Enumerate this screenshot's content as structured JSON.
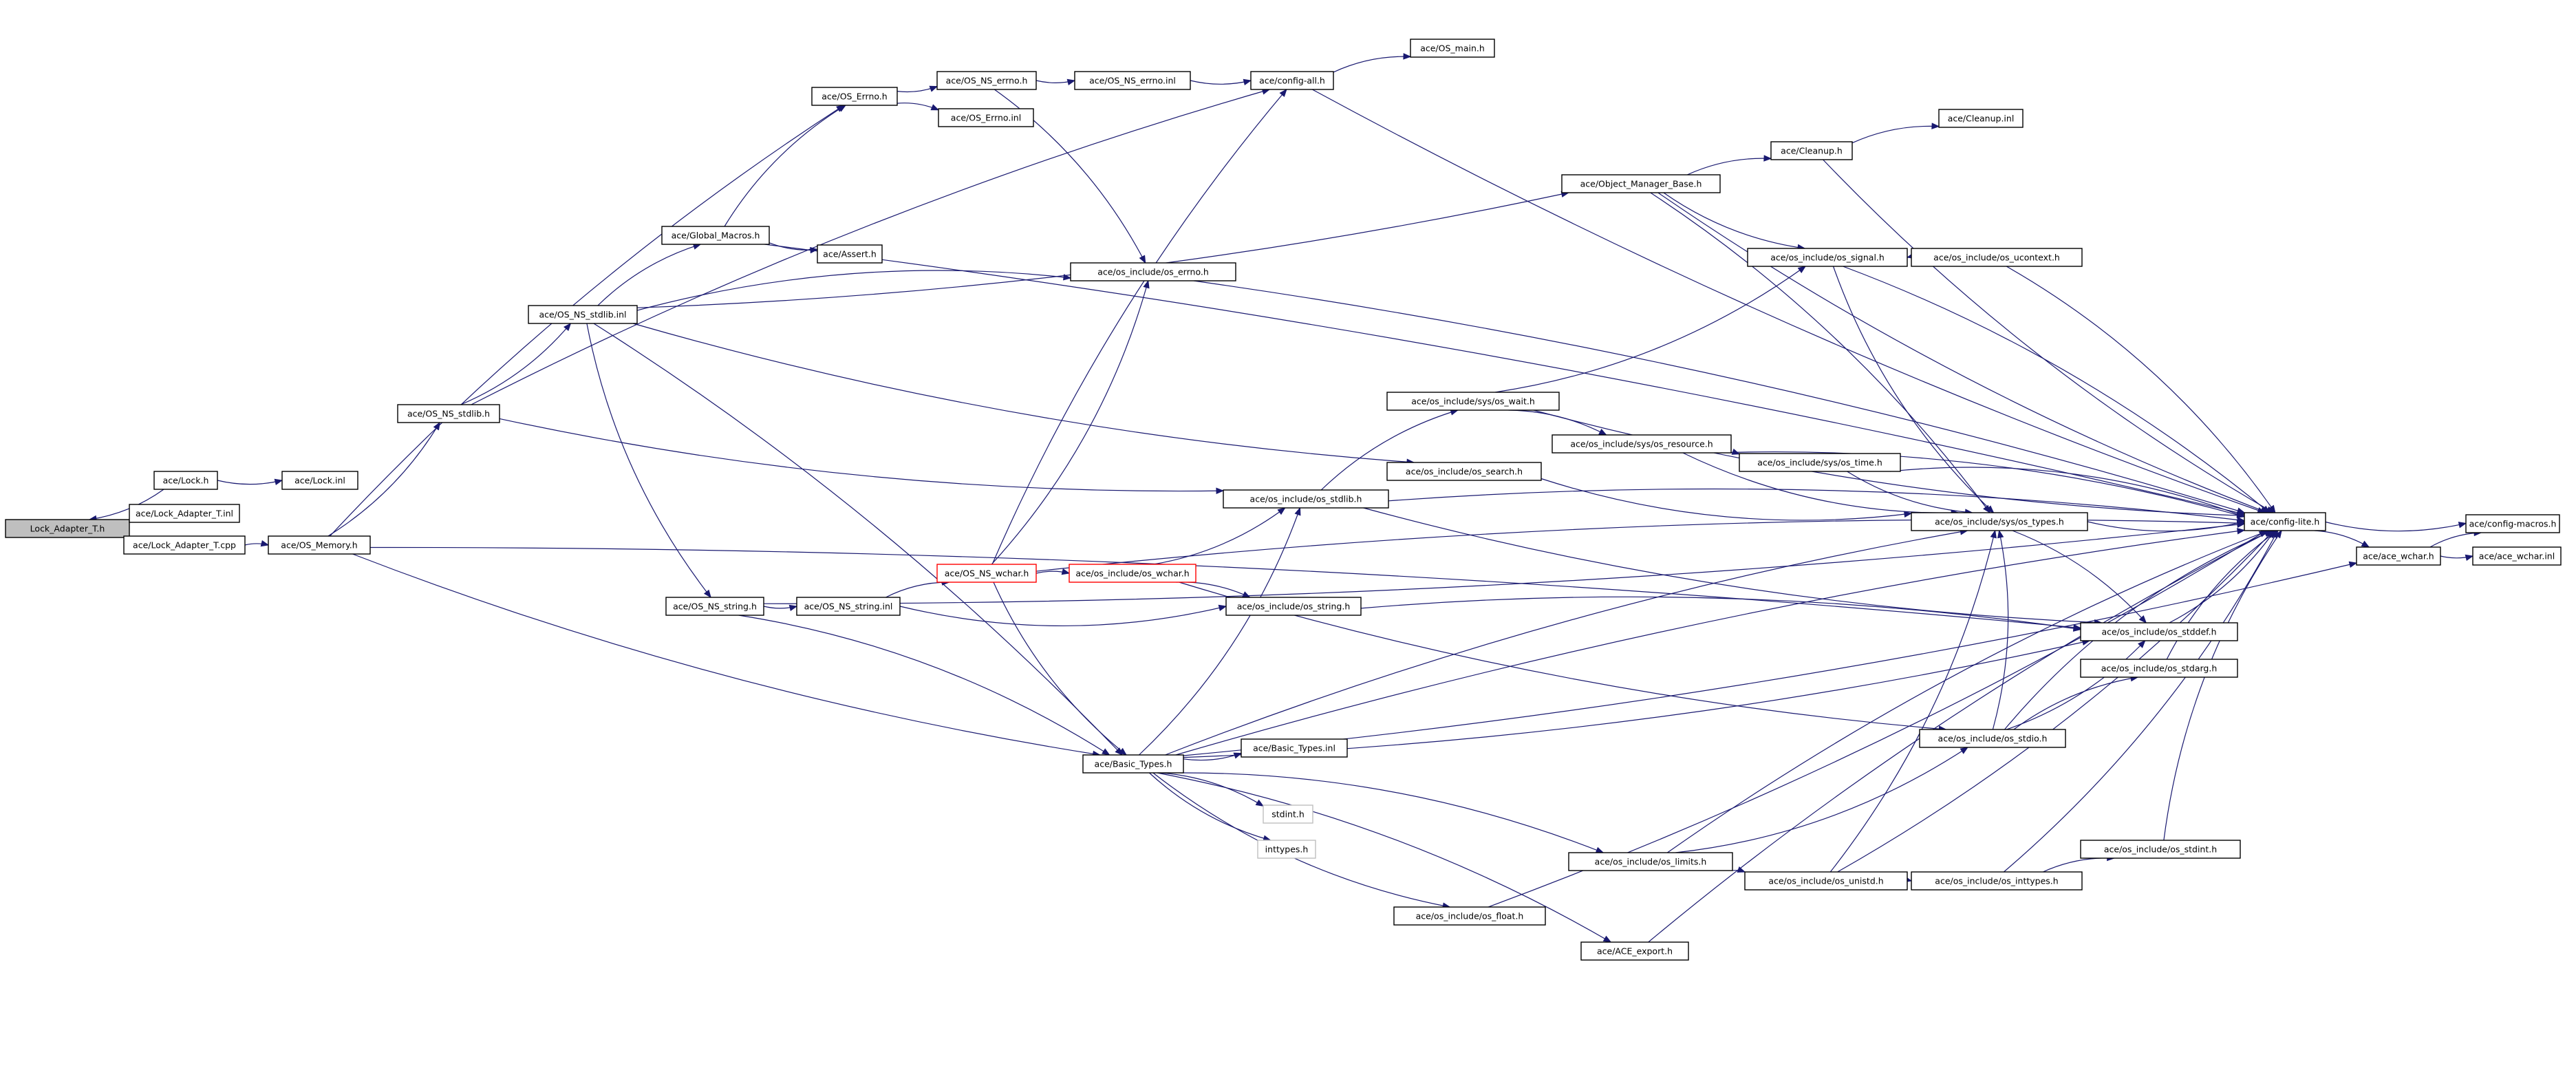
{
  "colors": {
    "edge": "#191970",
    "node_border": "#000000",
    "root_fill": "#bfbfbf",
    "truncated_border": "#ff0000",
    "external_border": "#bfbfbf"
  },
  "nodes": [
    {
      "id": "root",
      "label": "Lock_Adapter_T.h",
      "kind": "root"
    },
    {
      "id": "lockh",
      "label": "ace/Lock.h"
    },
    {
      "id": "lockinl",
      "label": "ace/Lock.inl"
    },
    {
      "id": "latinl",
      "label": "ace/Lock_Adapter_T.inl"
    },
    {
      "id": "latcpp",
      "label": "ace/Lock_Adapter_T.cpp"
    },
    {
      "id": "osmem",
      "label": "ace/OS_Memory.h"
    },
    {
      "id": "osnsstdlibh",
      "label": "ace/OS_NS_stdlib.h"
    },
    {
      "id": "osnsstdlibinl",
      "label": "ace/OS_NS_stdlib.inl"
    },
    {
      "id": "globalmacros",
      "label": "ace/Global_Macros.h"
    },
    {
      "id": "asserth",
      "label": "ace/Assert.h"
    },
    {
      "id": "oserrnoh",
      "label": "ace/OS_Errno.h"
    },
    {
      "id": "oserrnoinl",
      "label": "ace/OS_Errno.inl"
    },
    {
      "id": "osnserrnoh",
      "label": "ace/OS_NS_errno.h"
    },
    {
      "id": "osnserrnoinl",
      "label": "ace/OS_NS_errno.inl"
    },
    {
      "id": "configall",
      "label": "ace/config-all.h"
    },
    {
      "id": "osmain",
      "label": "ace/OS_main.h"
    },
    {
      "id": "objmgr",
      "label": "ace/Object_Manager_Base.h"
    },
    {
      "id": "cleanuph",
      "label": "ace/Cleanup.h"
    },
    {
      "id": "cleanupinl",
      "label": "ace/Cleanup.inl"
    },
    {
      "id": "oserrnoinc",
      "label": "ace/os_include/os_errno.h"
    },
    {
      "id": "ossignal",
      "label": "ace/os_include/os_signal.h"
    },
    {
      "id": "osucontext",
      "label": "ace/os_include/os_ucontext.h"
    },
    {
      "id": "oswait",
      "label": "ace/os_include/sys/os_wait.h"
    },
    {
      "id": "osresource",
      "label": "ace/os_include/sys/os_resource.h"
    },
    {
      "id": "ossystime",
      "label": "ace/os_include/sys/os_time.h"
    },
    {
      "id": "ossearch",
      "label": "ace/os_include/os_search.h"
    },
    {
      "id": "osstdlibinc",
      "label": "ace/os_include/os_stdlib.h"
    },
    {
      "id": "ostypes",
      "label": "ace/os_include/sys/os_types.h"
    },
    {
      "id": "configlite",
      "label": "ace/config-lite.h"
    },
    {
      "id": "configmacros",
      "label": "ace/config-macros.h"
    },
    {
      "id": "acewcharh",
      "label": "ace/ace_wchar.h"
    },
    {
      "id": "acewcharinl",
      "label": "ace/ace_wchar.inl"
    },
    {
      "id": "osnsstringh",
      "label": "ace/OS_NS_string.h"
    },
    {
      "id": "osnsstringinl",
      "label": "ace/OS_NS_string.inl"
    },
    {
      "id": "osnswchar",
      "label": "ace/OS_NS_wchar.h",
      "kind": "red"
    },
    {
      "id": "oswcharinc",
      "label": "ace/os_include/os_wchar.h",
      "kind": "red"
    },
    {
      "id": "osstringinc",
      "label": "ace/os_include/os_string.h"
    },
    {
      "id": "osstddef",
      "label": "ace/os_include/os_stddef.h"
    },
    {
      "id": "osstdarg",
      "label": "ace/os_include/os_stdarg.h"
    },
    {
      "id": "osstdio",
      "label": "ace/os_include/os_stdio.h"
    },
    {
      "id": "basictypesh",
      "label": "ace/Basic_Types.h"
    },
    {
      "id": "basictypesinl",
      "label": "ace/Basic_Types.inl"
    },
    {
      "id": "stdinth",
      "label": "stdint.h",
      "kind": "ext"
    },
    {
      "id": "inttypesh",
      "label": "inttypes.h",
      "kind": "ext"
    },
    {
      "id": "oslimits",
      "label": "ace/os_include/os_limits.h"
    },
    {
      "id": "osunistd",
      "label": "ace/os_include/os_unistd.h"
    },
    {
      "id": "osinttypes",
      "label": "ace/os_include/os_inttypes.h"
    },
    {
      "id": "osstdint",
      "label": "ace/os_include/os_stdint.h"
    },
    {
      "id": "osfloat",
      "label": "ace/os_include/os_float.h"
    },
    {
      "id": "aceexport",
      "label": "ace/ACE_export.h"
    }
  ],
  "edges": [
    [
      "lockh",
      "root"
    ],
    [
      "latinl",
      "root"
    ],
    [
      "latcpp",
      "root"
    ],
    [
      "lockh",
      "lockinl"
    ],
    [
      "latcpp",
      "osmem"
    ],
    [
      "osmem",
      "osnsstdlibh"
    ],
    [
      "osmem",
      "oserrnoh"
    ],
    [
      "osmem",
      "basictypesh"
    ],
    [
      "osmem",
      "osstddef"
    ],
    [
      "osnsstdlibh",
      "osnsstdlibinl"
    ],
    [
      "osnsstdlibh",
      "configall"
    ],
    [
      "osnsstdlibh",
      "osstdlibinc"
    ],
    [
      "osnsstdlibinl",
      "globalmacros"
    ],
    [
      "osnsstdlibinl",
      "objmgr"
    ],
    [
      "osnsstdlibinl",
      "oserrnoinc"
    ],
    [
      "osnsstdlibinl",
      "osnsstringh"
    ],
    [
      "osnsstdlibinl",
      "basictypesh"
    ],
    [
      "osnsstdlibinl",
      "ossearch"
    ],
    [
      "globalmacros",
      "oserrnoh"
    ],
    [
      "globalmacros",
      "asserth"
    ],
    [
      "globalmacros",
      "configlite"
    ],
    [
      "oserrnoh",
      "osnserrnoh"
    ],
    [
      "oserrnoh",
      "oserrnoinl"
    ],
    [
      "osnserrnoh",
      "osnserrnoinl"
    ],
    [
      "osnserrnoh",
      "oserrnoinc"
    ],
    [
      "osnserrnoinl",
      "configall"
    ],
    [
      "configall",
      "osmain"
    ],
    [
      "configall",
      "configlite"
    ],
    [
      "objmgr",
      "cleanuph"
    ],
    [
      "objmgr",
      "ossignal"
    ],
    [
      "objmgr",
      "ostypes"
    ],
    [
      "objmgr",
      "configlite"
    ],
    [
      "cleanuph",
      "cleanupinl"
    ],
    [
      "cleanuph",
      "configlite"
    ],
    [
      "oserrnoinc",
      "configlite"
    ],
    [
      "ossignal",
      "ostypes"
    ],
    [
      "ossignal",
      "configlite"
    ],
    [
      "osucontext",
      "ossignal"
    ],
    [
      "osucontext",
      "configlite"
    ],
    [
      "oswait",
      "ossignal"
    ],
    [
      "oswait",
      "osresource"
    ],
    [
      "oswait",
      "configlite"
    ],
    [
      "osresource",
      "ossystime"
    ],
    [
      "osresource",
      "ostypes"
    ],
    [
      "osresource",
      "configlite"
    ],
    [
      "ossystime",
      "ostypes"
    ],
    [
      "ossystime",
      "configlite"
    ],
    [
      "ossearch",
      "ostypes"
    ],
    [
      "osstdlibinc",
      "oswait"
    ],
    [
      "osstdlibinc",
      "osstddef"
    ],
    [
      "osstdlibinc",
      "configlite"
    ],
    [
      "ostypes",
      "configlite"
    ],
    [
      "ostypes",
      "osstddef"
    ],
    [
      "configlite",
      "configmacros"
    ],
    [
      "configlite",
      "acewcharh"
    ],
    [
      "acewcharh",
      "acewcharinl"
    ],
    [
      "acewcharh",
      "configmacros"
    ],
    [
      "osnsstringh",
      "osnsstringinl"
    ],
    [
      "osnsstringh",
      "basictypesh"
    ],
    [
      "osnsstringh",
      "configlite"
    ],
    [
      "osnsstringinl",
      "osnswchar"
    ],
    [
      "osnsstringinl",
      "osstringinc"
    ],
    [
      "osnswchar",
      "oswcharinc"
    ],
    [
      "osnswchar",
      "basictypesh"
    ],
    [
      "osnswchar",
      "configall"
    ],
    [
      "osnswchar",
      "oserrnoinc"
    ],
    [
      "osnswchar",
      "configlite"
    ],
    [
      "oswcharinc",
      "osstdlibinc"
    ],
    [
      "oswcharinc",
      "osstringinc"
    ],
    [
      "oswcharinc",
      "osstdio"
    ],
    [
      "osstringinc",
      "osstddef"
    ],
    [
      "osstddef",
      "configlite"
    ],
    [
      "osstdarg",
      "configlite"
    ],
    [
      "osstdio",
      "osstddef"
    ],
    [
      "osstdio",
      "osstdarg"
    ],
    [
      "osstdio",
      "ostypes"
    ],
    [
      "osstdio",
      "configlite"
    ],
    [
      "basictypesh",
      "basictypesinl"
    ],
    [
      "basictypesh",
      "stdinth"
    ],
    [
      "basictypesh",
      "inttypesh"
    ],
    [
      "basictypesh",
      "oslimits"
    ],
    [
      "basictypesh",
      "osfloat"
    ],
    [
      "basictypesh",
      "aceexport"
    ],
    [
      "basictypesh",
      "osstdlibinc"
    ],
    [
      "basictypesh",
      "configlite"
    ],
    [
      "basictypesh",
      "osstddef"
    ],
    [
      "basictypesh",
      "ostypes"
    ],
    [
      "basictypesh",
      "acewcharh"
    ],
    [
      "oslimits",
      "osunistd"
    ],
    [
      "oslimits",
      "osstdio"
    ],
    [
      "oslimits",
      "configlite"
    ],
    [
      "osunistd",
      "ostypes"
    ],
    [
      "osunistd",
      "osinttypes"
    ],
    [
      "osunistd",
      "configlite"
    ],
    [
      "osinttypes",
      "osstdint"
    ],
    [
      "osinttypes",
      "configlite"
    ],
    [
      "osstdint",
      "configlite"
    ],
    [
      "osfloat",
      "configlite"
    ],
    [
      "aceexport",
      "configlite"
    ]
  ]
}
